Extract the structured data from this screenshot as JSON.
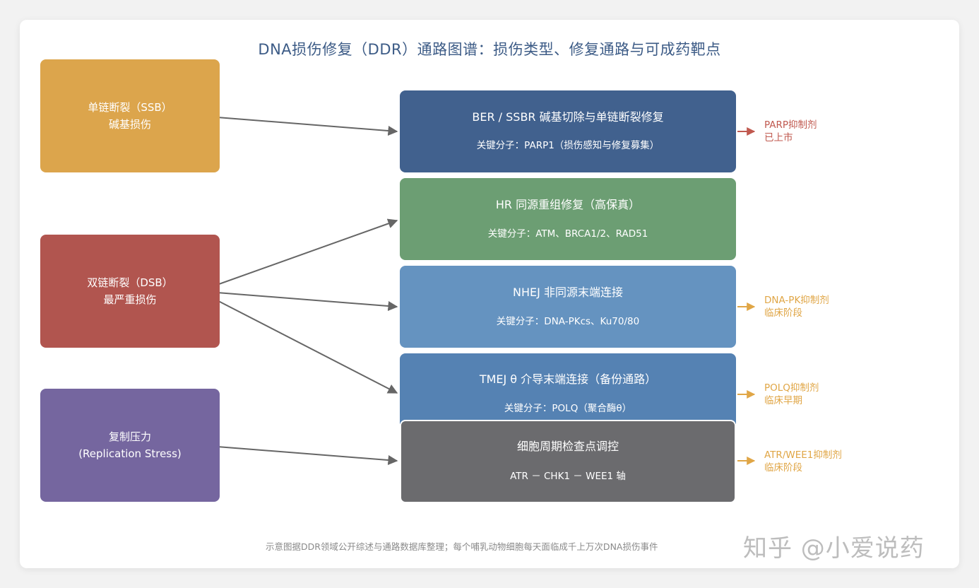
{
  "title": "DNA损伤修复（DDR）通路图谱：损伤类型、修复通路与可成药靶点",
  "damage_types": [
    {
      "line1": "单链断裂（SSB）",
      "line2": "碱基损伤",
      "color": "#dca54c"
    },
    {
      "line1": "双链断裂（DSB）",
      "line2": "最严重损伤",
      "color": "#b1554f"
    },
    {
      "line1": "复制压力",
      "line2": "(Replication Stress)",
      "color": "#75669f"
    }
  ],
  "pathways": [
    {
      "name": "BER / SSBR 碱基切除与单链断裂修复",
      "molecules": "关键分子：PARP1（损伤感知与修复募集）",
      "color": "#41618e"
    },
    {
      "name": "HR 同源重组修复（高保真）",
      "molecules": "关键分子：ATM、BRCA1/2、RAD51",
      "color": "#6c9e73"
    },
    {
      "name": "NHEJ 非同源末端连接",
      "molecules": "关键分子：DNA-PKcs、Ku70/80",
      "color": "#6593c0"
    },
    {
      "name": "TMEJ θ 介导末端连接（备份通路）",
      "molecules": "关键分子：POLQ（聚合酶θ）",
      "color": "#5582b3"
    },
    {
      "name": "细胞周期检查点调控",
      "molecules": "ATR － CHK1 － WEE1 轴",
      "color": "#6b6b6e"
    }
  ],
  "drugs": [
    {
      "name": "PARP抑制剂",
      "status": "已上市",
      "color": "#c0594f"
    },
    {
      "name": "DNA-PK抑制剂",
      "status": "临床阶段",
      "color": "#e0a646"
    },
    {
      "name": "POLQ抑制剂",
      "status": "临床早期",
      "color": "#e0a646"
    },
    {
      "name": "ATR/WEE1抑制剂",
      "status": "临床阶段",
      "color": "#e0a646"
    }
  ],
  "footer": "示意图据DDR领域公开综述与通路数据库整理；每个哺乳动物细胞每天面临成千上万次DNA损伤事件",
  "watermark": "知乎 @小爱说药",
  "link_color": "#666666"
}
